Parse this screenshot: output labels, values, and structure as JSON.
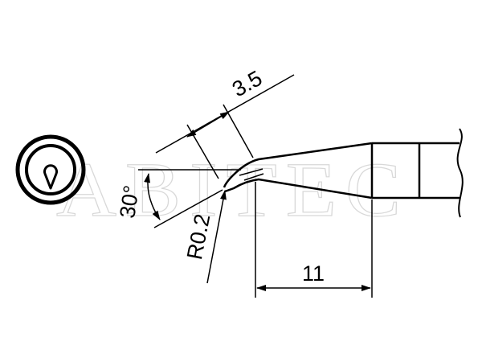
{
  "labels": {
    "tip_length": "3.5",
    "bend_angle": "30°",
    "tip_radius": "R0.2",
    "bend_length": "11"
  },
  "watermark": "ABITEC",
  "tip_profile_icon": "teardrop-tip-cross-section-icon",
  "colors": {
    "ink": "#000000",
    "watermark": "#d8d8d8",
    "background": "#ffffff"
  }
}
